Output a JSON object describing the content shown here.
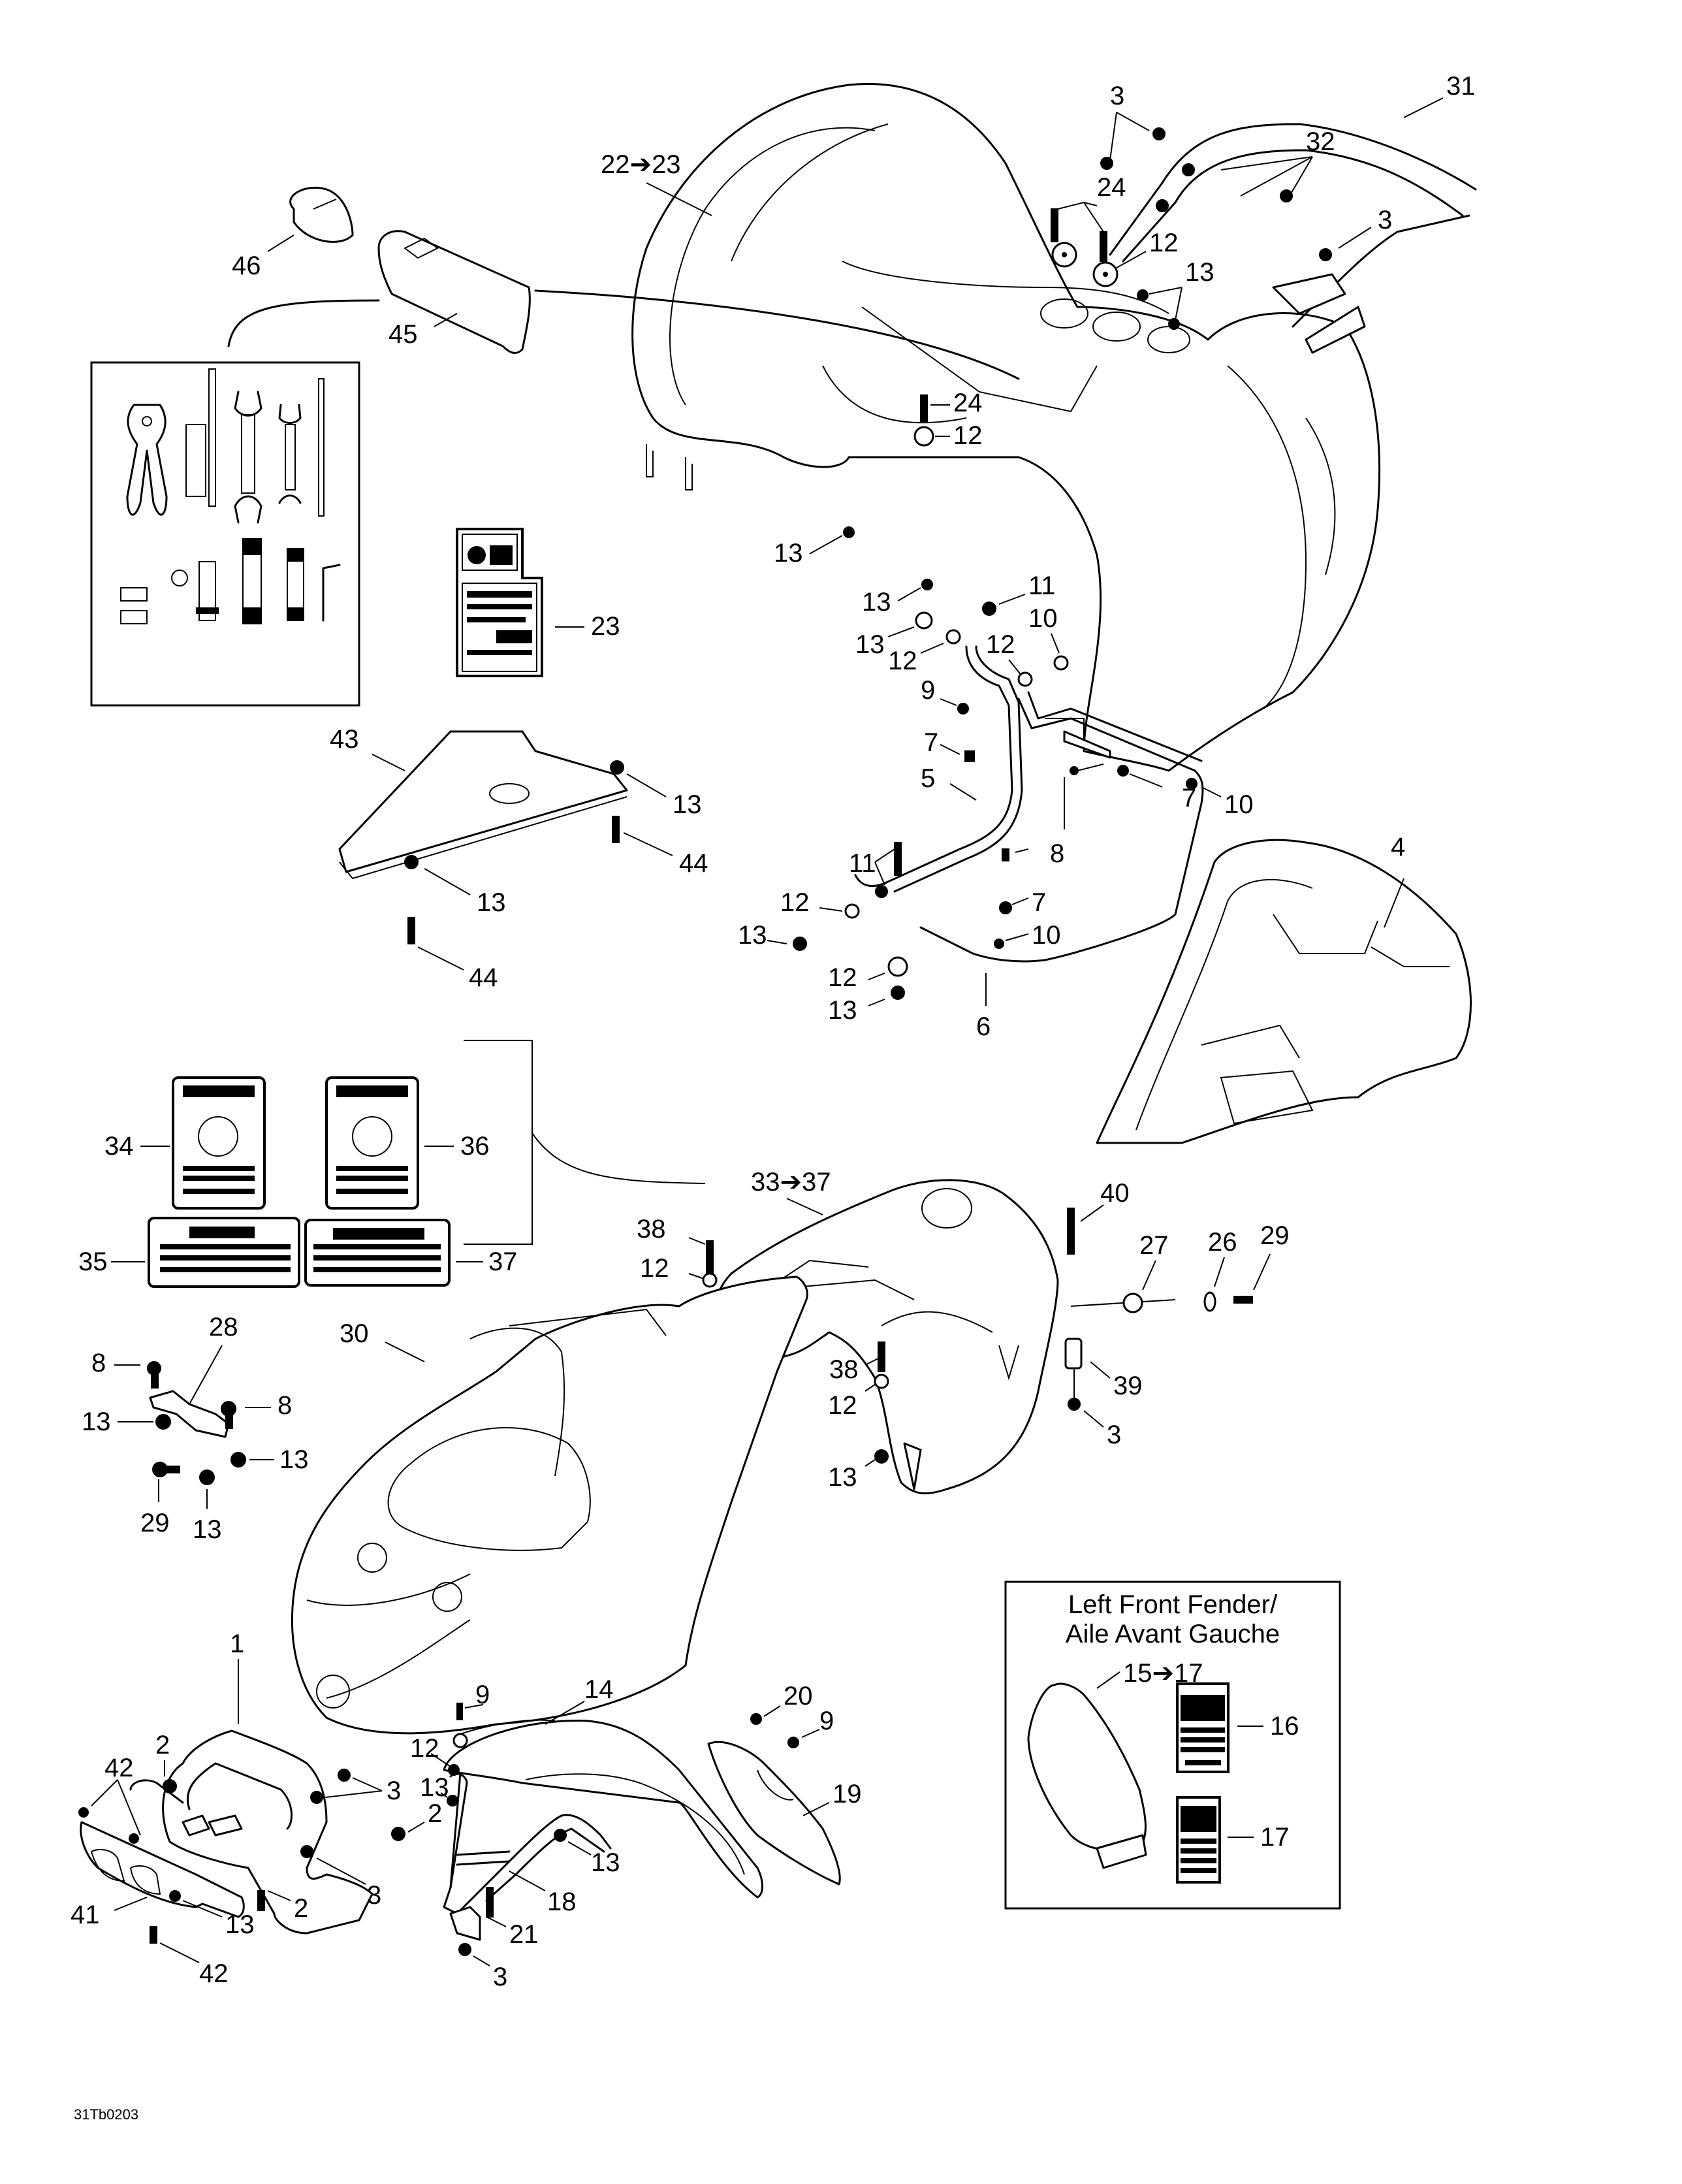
{
  "diagram": {
    "reference_code": "31Tb0203",
    "inset": {
      "title_line1": "Left Front Fender/",
      "title_line2": "Aile Avant Gauche",
      "callouts": [
        "15➔17",
        "16",
        "17"
      ]
    },
    "callouts": {
      "rear_fender": "22➔23",
      "rack_bar": "31",
      "rack_screws": "32",
      "rack_nut_a": "3",
      "rack_nut_b": "3",
      "rack_bolt": "24",
      "washer_top": "12",
      "nut_top": "13",
      "tool_bag_strap": "46",
      "tool_bag": "45",
      "inner_bolt": "24",
      "inner_washer": "12",
      "inner_nut_a": "13",
      "inner_nut_b": "13",
      "rear_decal": "23",
      "brace_bolt_top": "11",
      "brace_nut_left": "13",
      "brace_washer_left": "12",
      "brace_washer_right": "12",
      "brace_nut_right": "10",
      "brace_screw": "9",
      "clip_left": "7",
      "clip_right": "7",
      "footrest_nut": "10",
      "brace_left": "5",
      "screw_mid": "8",
      "clip_lower": "7",
      "nut_lower": "10",
      "bolt_lower": "11",
      "washer_lower_a": "12",
      "nut_lower_a": "13",
      "washer_lower_b": "12",
      "nut_lower_b": "13",
      "brace_lower": "6",
      "footwell": "4",
      "skid_plate": "43",
      "skid_nut_a": "13",
      "skid_bolt_a": "44",
      "skid_nut_b": "13",
      "skid_bolt_b": "44",
      "decal_34": "34",
      "decal_35": "35",
      "decal_36": "36",
      "decal_37": "37",
      "decal_group": "33➔37",
      "tank_bolt_a": "38",
      "tank_washer_a": "12",
      "tank_nut_a": "13",
      "tank_bolt_b": "38",
      "tank_washer_b": "12",
      "tank_nut_b": "13",
      "tank_bolt_long": "40",
      "grommet": "27",
      "washer_side": "26",
      "screw_side": "29",
      "spacer": "39",
      "nut_spacer": "3",
      "bracket": "28",
      "bracket_screw_a": "8",
      "bracket_screw_b": "8",
      "bracket_nut_a": "13",
      "bracket_nut_b": "13",
      "bracket_screw_c": "29",
      "bracket_nut_c": "13",
      "front_cover": "30",
      "bumper": "1",
      "bumper_bolt_a": "2",
      "bumper_bolt_b": "2",
      "bumper_bolt_c": "2",
      "bumper_nuts": "3",
      "bumper_nut_b": "3",
      "skid_front_screws": "42",
      "skid_front_screw_b": "42",
      "front_skid": "41",
      "front_skid_nut": "13",
      "front_fender": "14",
      "fender_screw_a": "9",
      "fender_screw_b": "9",
      "fender_screw_c": "20",
      "fender_washer": "12",
      "fender_nut_a": "13",
      "fender_nut_b": "13",
      "mudflap": "19",
      "fender_brace": "18",
      "fender_bolt": "21",
      "fender_nut_c": "3"
    },
    "tool_kit": [
      "pliers",
      "screwdriver",
      "open-end-wrench-large",
      "open-end-wrench-small",
      "rod",
      "fuses",
      "tire-pressure-gauge",
      "spark-plug-socket-large",
      "spark-plug-socket-small",
      "hex-key"
    ]
  }
}
